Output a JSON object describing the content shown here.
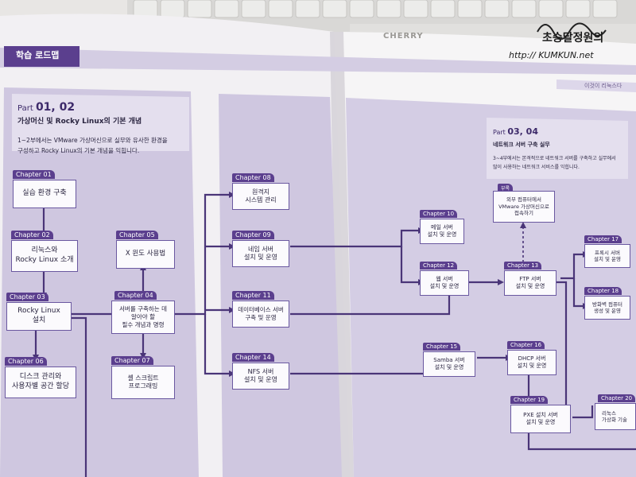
{
  "header_tab": "학습 로드맵",
  "running_header": "이것이 리눅스다",
  "part_left": {
    "title_prefix": "Part",
    "title_num": "01, 02",
    "subtitle": "가상머신 및 Rocky Linux의 기본 개념",
    "desc_line1": "1~2부에서는 VMware 가상머신으로 실무와 유사한 환경을",
    "desc_line2": "구성하고 Rocky Linux의 기본 개념을 익힙니다."
  },
  "part_right": {
    "title_prefix": "Part",
    "title_num": "03, 04",
    "subtitle": "네트워크 서버 구축 실무",
    "desc_line1": "3~4부에서는 본격적으로 네트워크 서버를 구축하고 실무에서",
    "desc_line2": "많이 사용하는 네트워크 서비스를 익힙니다."
  },
  "chapters": [
    {
      "tag": "Chapter 01",
      "label": "실습 환경 구축"
    },
    {
      "tag": "Chapter 02",
      "label": "리눅스와\nRocky Linux 소개"
    },
    {
      "tag": "Chapter 03",
      "label": "Rocky Linux\n설치"
    },
    {
      "tag": "Chapter 06",
      "label": "디스크 관리와\n사용자별 공간 할당"
    },
    {
      "tag": "Chapter 05",
      "label": "X 윈도 사용법"
    },
    {
      "tag": "Chapter 04",
      "label": "서버를 구축하는 데\n알아야 할\n필수 개념과 명령"
    },
    {
      "tag": "Chapter 07",
      "label": "셸 스크립트\n프로그래밍"
    },
    {
      "tag": "Chapter 08",
      "label": "원격지\n시스템 관리"
    },
    {
      "tag": "Chapter 09",
      "label": "네임 서버\n설치 및 운영"
    },
    {
      "tag": "Chapter 11",
      "label": "데이터베이스 서버\n구축 및 운영"
    },
    {
      "tag": "Chapter 14",
      "label": "NFS 서버\n설치 및 운영"
    },
    {
      "tag": "Chapter 10",
      "label": "메일 서버\n설치 및 운영"
    },
    {
      "tag": "Chapter 12",
      "label": "웹 서버\n설치 및 운영"
    },
    {
      "tag": "Chapter 13",
      "label": "FTP 서버\n설치 및 운영"
    },
    {
      "tag": "Chapter 17",
      "label": "프록시 서버\n설치 및 운영"
    },
    {
      "tag": "Chapter 18",
      "label": "방화벽 컴퓨터\n생성 및 운영"
    },
    {
      "tag": "Chapter 15",
      "label": "Samba 서버\n설치 및 운영"
    },
    {
      "tag": "Chapter 16",
      "label": "DHCP 서버\n설치 및 운영"
    },
    {
      "tag": "Chapter 19",
      "label": "PXE 설치 서버\n설치 및 운영"
    },
    {
      "tag": "Chapter 20",
      "label": "리눅스\n가상화 기술"
    }
  ],
  "appendix": {
    "tag": "부록",
    "label": "외부 컴퓨터에서\nVMware 가상머신으로\n접속하기"
  },
  "keyboard_brand": "CHERRY",
  "watermark": {
    "line1": "초승달정원의",
    "line2": "http:// KUMKUN.net"
  }
}
